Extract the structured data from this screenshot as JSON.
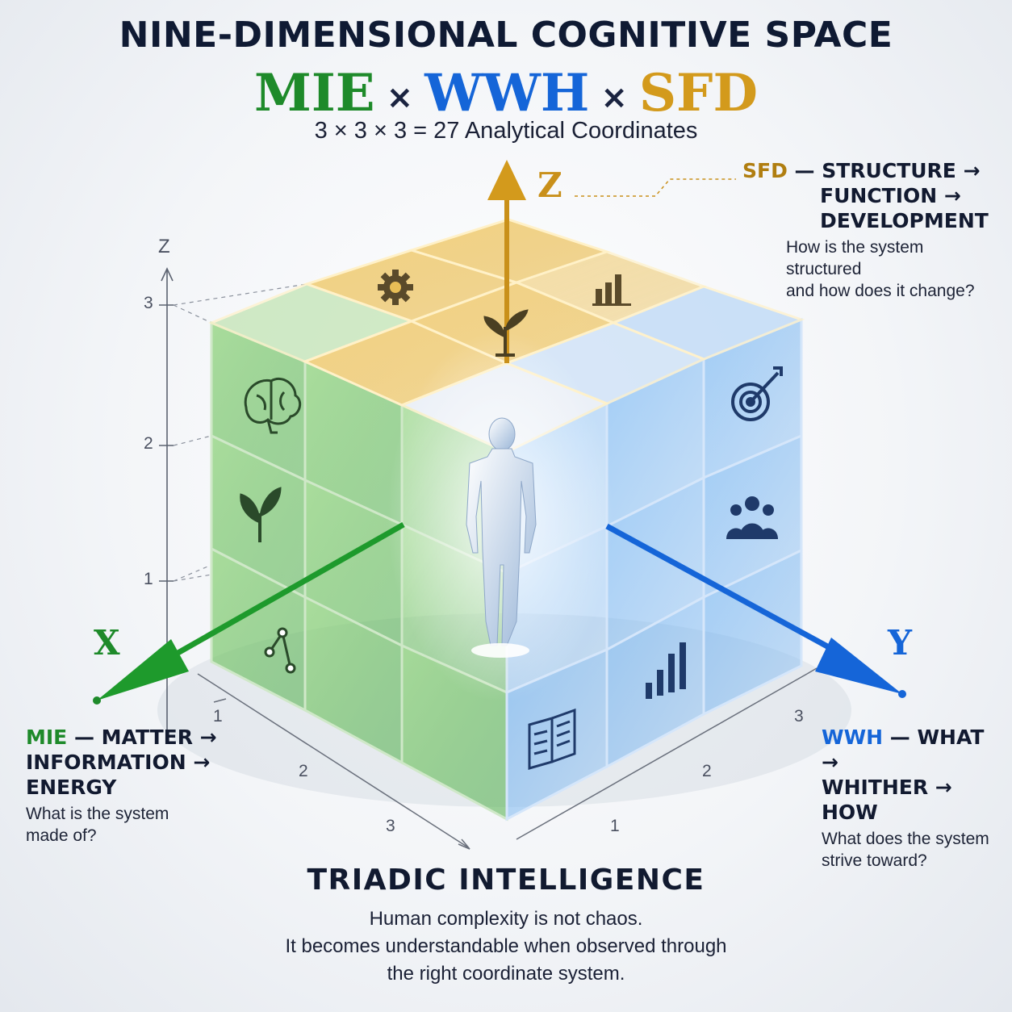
{
  "header": {
    "title": "NINE-DIMENSIONAL COGNITIVE SPACE",
    "mie": "MIE",
    "wwh": "WWH",
    "sfd": "SFD",
    "times": "×",
    "formula": "3 × 3 × 3 = 27 Analytical Coordinates"
  },
  "axes": {
    "z_big": "Z",
    "x_big": "X",
    "y_big": "Y",
    "z_small": "Z",
    "z_ticks": [
      "1",
      "2",
      "3"
    ],
    "x_ticks": [
      "1",
      "2",
      "3"
    ],
    "y_ticks": [
      "1",
      "2",
      "3"
    ]
  },
  "callouts": {
    "sfd": {
      "head": [
        "SFD — STRUCTURE →",
        "FUNCTION →",
        "DEVELOPMENT"
      ],
      "body": [
        "How is the system structured",
        "and how does it change?"
      ]
    },
    "mie": {
      "head": [
        "MIE — MATTER →",
        "INFORMATION →",
        "ENERGY"
      ],
      "body": [
        "What is the system",
        "made of?"
      ]
    },
    "wwh": {
      "head": [
        "WWH — WHAT →",
        "WHITHER → HOW"
      ],
      "body": [
        "What does the system",
        "strive toward?"
      ]
    }
  },
  "footer": {
    "title": "TRIADIC INTELLIGENCE",
    "lines": [
      "Human complexity is not chaos.",
      "It becomes understandable when observed through",
      "the right coordinate system."
    ]
  },
  "colors": {
    "green": "#1e8a2a",
    "blue": "#1565d8",
    "gold": "#c9901a",
    "navy": "#0f1a33"
  },
  "icons": [
    "gear-icon",
    "bar-chart-icon",
    "sprout-icon",
    "brain-icon",
    "target-icon",
    "leaf-icon",
    "people-icon",
    "network-icon",
    "open-book-icon",
    "bar-chart-icon",
    "human-figure-icon"
  ]
}
